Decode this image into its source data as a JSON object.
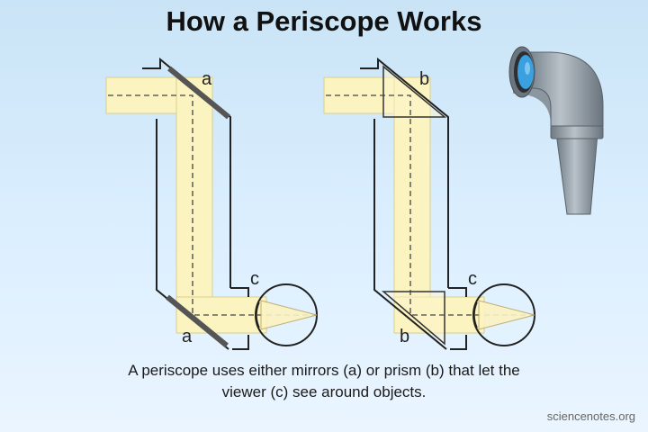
{
  "title": "How a Periscope Works",
  "labels": {
    "mirror_top": "a",
    "mirror_bottom": "a",
    "prism_top": "b",
    "prism_bottom": "b",
    "viewer_left": "c",
    "viewer_right": "c"
  },
  "caption": {
    "line1": "A periscope uses either mirrors (a) or prism (b) that let the",
    "line2": "viewer (c) see around objects."
  },
  "credit": "sciencenotes.org",
  "colors": {
    "light_beam": "#fbf3c0",
    "tube_outline": "#222222",
    "periscope_metal": "#8f9aa3",
    "lens_blue": "#3aa0e0"
  },
  "icons": [
    "periscope-icon",
    "eye-icon"
  ]
}
